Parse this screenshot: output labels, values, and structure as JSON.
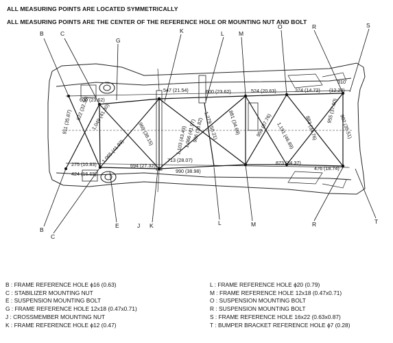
{
  "header": {
    "line1": "ALL MEASURING POINTS ARE LOCATED SYMMETRICALLY",
    "line2": "ALL MEASURING POINTS ARE THE CENTER OF THE REFERENCE HOLE OR MOUNTING NUT AND BOLT"
  },
  "point_labels": {
    "B": "B",
    "C": "C",
    "E": "E",
    "G": "G",
    "J": "J",
    "K": "K",
    "L": "L",
    "M": "M",
    "O": "O",
    "R": "R",
    "S": "S",
    "T": "T"
  },
  "dimensions": {
    "d547": "547 (21.54)",
    "d600a": "600 (23.62)",
    "d524": "524 (20.63)",
    "d374": "374 (14.72)",
    "d310": "310",
    "d310b": "(12.20)",
    "d600b": "600 (23.62)",
    "d822": "822 (32.36)",
    "d911": "911 (35.87)",
    "d1049": "1,049 (41.30)",
    "d1065": "1,065 (41.93)",
    "d969": "969 (38.15)",
    "d1103": "1,103 (43.43)",
    "d1066": "1,066 (41.97)",
    "d986": "986 (38.82)",
    "d1279": "1,279 (50.21)",
    "d881": "881 (34.69)",
    "d1191": "1,191 (46.89)",
    "d959": "959 (37.76)",
    "d883": "883 (34.76)",
    "d955": "955 (37.60)",
    "d902": "902 (35.51)",
    "d275": "275 (10.83)",
    "d424": "424 (16.69)",
    "d694": "694 (27.32)",
    "d713": "713 (28.07)",
    "d990": "990 (38.98)",
    "d873": "873 (34.37)",
    "d476": "476 (18.74)"
  },
  "legend_left": [
    "B : FRAME REFERENCE HOLE ϕ16 (0.63)",
    "C : STABILIZER MOUNTING NUT",
    "E : SUSPENSION MOUNTING BOLT",
    "G : FRAME REFERENCE HOLE 12x18 (0.47x0.71)",
    "J : CROSSMEMBER MOUNTING NUT",
    "K : FRAME REFERENCE HOLE ϕ12 (0.47)"
  ],
  "legend_right": [
    "L : FRAME REFERENCE HOLE ϕ20 (0.79)",
    "M : FRAME REFERENCE HOLE 12x18 (0.47x0.71)",
    "O : SUSPENSION MOUNTING BOLT",
    "R : SUSPENSION MOUNTING BOLT",
    "S : FRAME REFERENCE HOLE 16x22 (0.63x0.87)",
    "T : BUMPER BRACKET REFERENCE HOLE ϕ7 (0.28)"
  ]
}
